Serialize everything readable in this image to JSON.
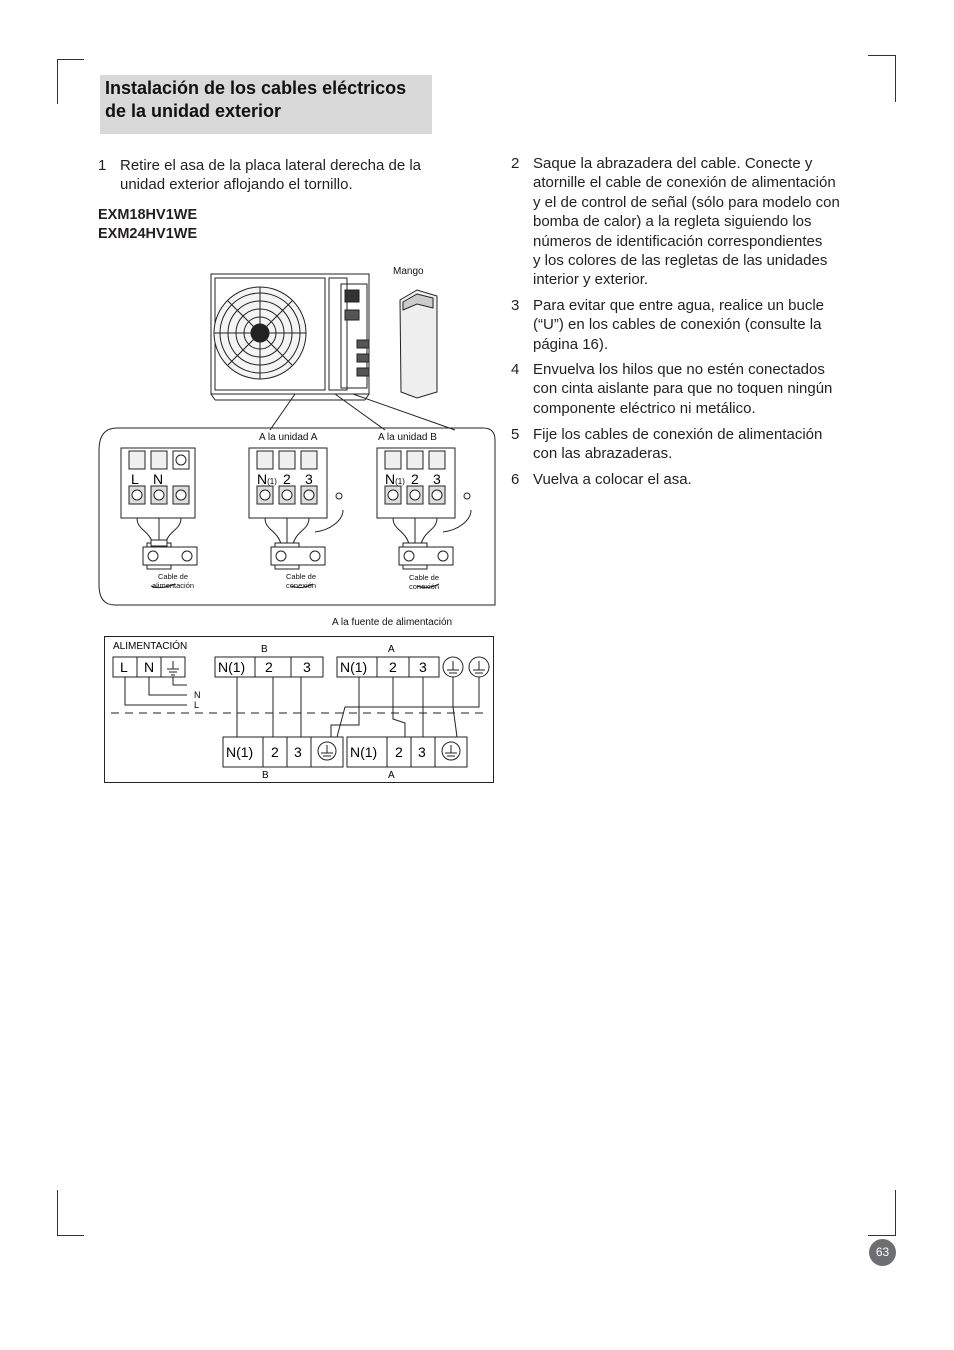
{
  "header": {
    "title_line1": "Instalación de los cables eléctricos",
    "title_line2": "de la unidad exterior"
  },
  "left_column": {
    "step1": {
      "num": "1",
      "line1": "Retire el asa de la placa lateral derecha de la",
      "line2": "unidad exterior aflojando el tornillo."
    },
    "models": [
      "EXM18HV1WE",
      "EXM24HV1WE"
    ]
  },
  "right_column": {
    "steps": [
      {
        "num": "2",
        "lines": [
          "Saque la abrazadera del cable. Conecte y",
          "atornille el cable de conexión de alimentación",
          "y el de control de señal (sólo para modelo con",
          "bomba de calor) a la regleta siguiendo los",
          "números de identificación correspondientes",
          "y los colores de las regletas de las unidades",
          "interior y exterior."
        ]
      },
      {
        "num": "3",
        "lines": [
          "Para evitar que entre agua, realice un bucle",
          "(“U”) en los cables de conexión (consulte la",
          "página 16)."
        ]
      },
      {
        "num": "4",
        "lines": [
          "Envuelva los hilos que no estén conectados",
          "con cinta aislante para que no toquen ningún",
          "componente eléctrico ni metálico."
        ]
      },
      {
        "num": "5",
        "lines": [
          "Fije los cables de conexión de alimentación",
          "con las abrazaderas."
        ]
      },
      {
        "num": "6",
        "lines": [
          "Vuelva a colocar el asa."
        ]
      }
    ]
  },
  "figure": {
    "mango": "Mango",
    "to_unit_a": "A la unidad A",
    "to_unit_b": "A la unidad B",
    "power_cable_1": "Cable de",
    "power_cable_2": "alimentación",
    "conn_cable_1": "Cable de",
    "conn_cable_2": "conexión",
    "terminal_l": "L",
    "terminal_n": "N",
    "terminal_n1": "N",
    "terminal_n1_sub": "(1)",
    "terminal_2": "2",
    "terminal_3": "3"
  },
  "wiring": {
    "to_power_source": "A la fuente de alimentación",
    "power_label": "ALIMENTACIÓN",
    "L": "L",
    "N": "N",
    "N1": "N(1)",
    "t2": "2",
    "t3": "3",
    "B": "B",
    "A": "A"
  },
  "footer": {
    "page_number": "63"
  }
}
